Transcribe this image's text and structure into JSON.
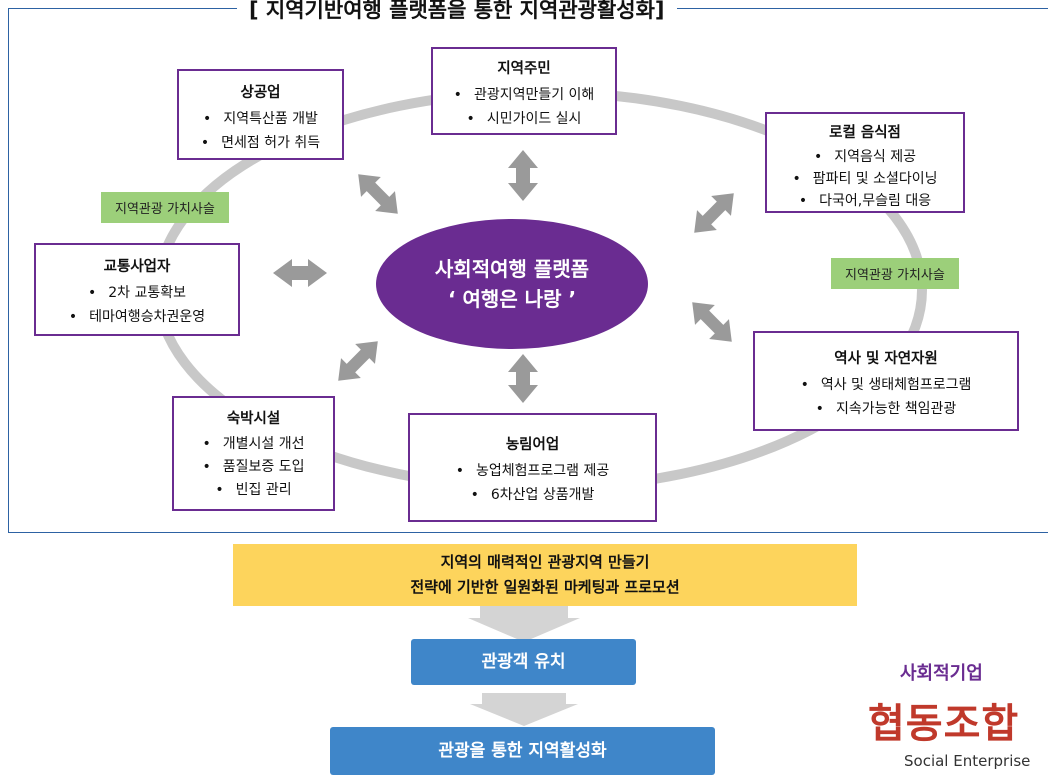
{
  "title": "[ 지역기반여행 플랫폼을 통한 지역관광활성화]",
  "center": {
    "line1": "사회적여행 플랫폼",
    "line2": "‘ 여행은 나랑 ’"
  },
  "boxes": {
    "residents": {
      "title": "지역주민",
      "items": [
        "관광지역만들기 이해",
        "시민가이드 실시"
      ]
    },
    "commerce": {
      "title": "상공업",
      "items": [
        "지역특산품 개발",
        "면세점 허가 취득"
      ]
    },
    "restaurants": {
      "title": "로컬 음식점",
      "items": [
        "지역음식 제공",
        "팜파티 및 소셜다이닝",
        "다국어,무슬림 대응"
      ]
    },
    "transport": {
      "title": "교통사업자",
      "items": [
        "2차 교통확보",
        "테마여행승차권운영"
      ]
    },
    "heritage": {
      "title": "역사 및 자연자원",
      "items": [
        "역사 및 생태체험프로그램",
        "지속가능한 책임관광"
      ]
    },
    "lodging": {
      "title": "숙박시설",
      "items": [
        "개별시설 개선",
        "품질보증 도입",
        "빈집 관리"
      ]
    },
    "agriculture": {
      "title": "농림어업",
      "items": [
        "농업체험프로그램 제공",
        "6차산업 상품개발"
      ]
    }
  },
  "tags": {
    "left": "지역관광 가치사슬",
    "right": "지역관광 가치사슬"
  },
  "yellow": {
    "line1": "지역의 매력적인 관광지역 만들기",
    "line2": "전략에 기반한 일원화된 마케팅과 프로모션"
  },
  "step1": "관광객 유치",
  "step2": "관광을 통한 지역활성화",
  "brand": {
    "title": "사회적기업",
    "logo": "협동조합",
    "sub": "Social Enterprise"
  },
  "colors": {
    "purple": "#6a2c91",
    "green": "#9ccf7a",
    "yellow": "#fdd45c",
    "blue": "#3f86c9",
    "arrow": "#9a9a9a"
  }
}
